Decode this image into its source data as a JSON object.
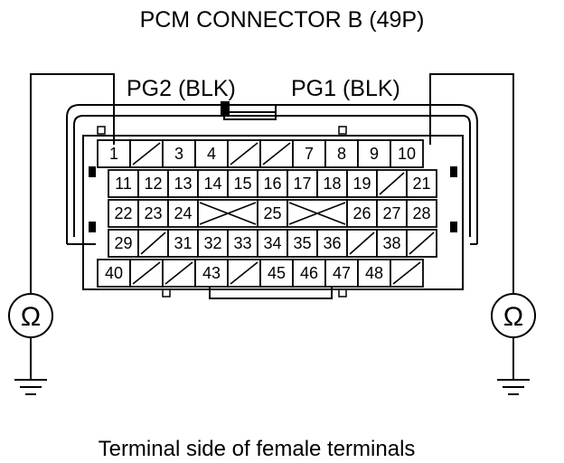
{
  "title": "PCM CONNECTOR B (49P)",
  "left_wire_label": "PG2 (BLK)",
  "right_wire_label": "PG1 (BLK)",
  "caption": "Terminal side of female terminals",
  "ohm_symbol": "Ω",
  "meter_icon": "ohmmeter-icon",
  "ground_icon": "ground-icon",
  "connected_pins": [
    "1",
    "10"
  ],
  "rows": [
    [
      "1",
      "",
      "3",
      "4",
      "",
      "",
      "7",
      "8",
      "9",
      "10"
    ],
    [
      "11",
      "12",
      "13",
      "14",
      "15",
      "16",
      "17",
      "18",
      "19",
      "",
      "21"
    ],
    [
      "22",
      "23",
      "24",
      "X",
      "25",
      "X",
      "26",
      "27",
      "28"
    ],
    [
      "29",
      "",
      "31",
      "32",
      "33",
      "34",
      "35",
      "36",
      "",
      "38",
      ""
    ],
    [
      "40",
      "",
      "",
      "43",
      "",
      "45",
      "46",
      "47",
      "48",
      ""
    ]
  ]
}
